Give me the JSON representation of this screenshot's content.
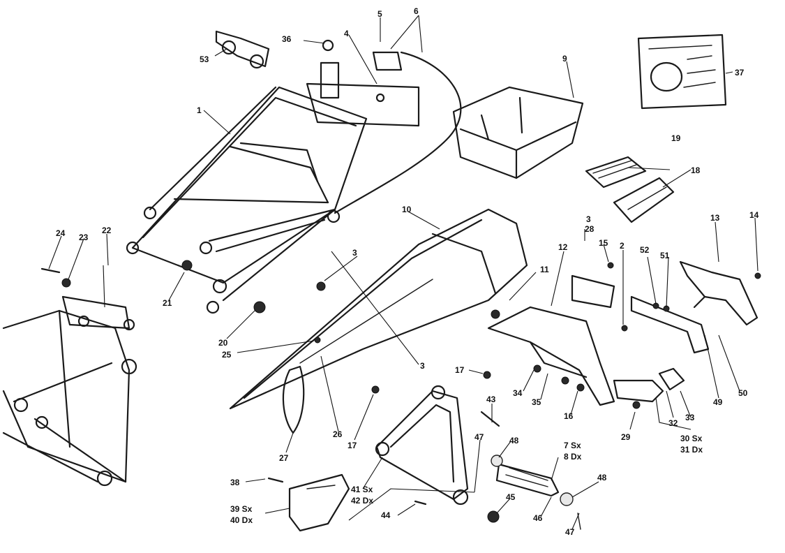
{
  "labels": {
    "l1": "1",
    "l2": "2",
    "l3a": "3",
    "l3b": "3",
    "l3c": "3",
    "l4": "4",
    "l5": "5",
    "l6": "6",
    "l9": "9",
    "l10": "10",
    "l11": "11",
    "l12": "12",
    "l13": "13",
    "l14": "14",
    "l15": "15",
    "l16": "16",
    "l17a": "17",
    "l17b": "17",
    "l18": "18",
    "l19": "19",
    "l20": "20",
    "l21": "21",
    "l22": "22",
    "l23": "23",
    "l24": "24",
    "l25": "25",
    "l26": "26",
    "l27": "27",
    "l28": "28",
    "l29": "29",
    "l30": "30 Sx",
    "l31": "31 Dx",
    "l32": "32",
    "l33": "33",
    "l34": "34",
    "l35": "35",
    "l36": "36",
    "l37": "37",
    "l38": "38",
    "l39": "39 Sx",
    "l40": "40 Dx",
    "l41": "41 Sx",
    "l42": "42 Dx",
    "l43": "43",
    "l44": "44",
    "l45": "45",
    "l46": "46",
    "l47a": "47",
    "l47b": "47",
    "l48a": "48",
    "l48b": "48",
    "l49": "49",
    "l50": "50",
    "l51": "51",
    "l52": "52",
    "l53": "53",
    "l7": "7 Sx",
    "l8": "8 Dx"
  }
}
